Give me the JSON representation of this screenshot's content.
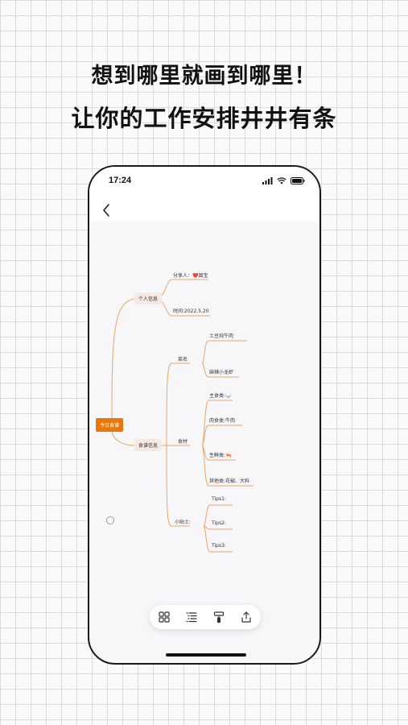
{
  "headline": {
    "line1": "想到哪里就画到哪里！",
    "line2": "让你的工作安排井井有条"
  },
  "statusbar": {
    "time": "17:24"
  },
  "mindmap": {
    "root": "今日食谱",
    "branches": {
      "personal": {
        "label": "个人信息",
        "children": [
          "分享人：❤️囡宝",
          "时间:2022.5.20"
        ]
      },
      "recipe": {
        "label": "食谱信息",
        "dish": {
          "label": "菜名",
          "children": [
            "土豆炖牛肉",
            "麻辣小龙虾"
          ]
        },
        "ingredients": {
          "label": "食材",
          "children": [
            "主食类:🍚",
            "肉食类:牛肉",
            "生鲜类:🦐",
            "其他类:花椒、大料"
          ]
        },
        "tips": {
          "label": "小贴士:",
          "children": [
            "Tips1:",
            "Tips2:",
            "Tips3:"
          ]
        }
      }
    }
  },
  "colors": {
    "accent": "#e8780e",
    "line": "#e8a66a",
    "pill": "#f7e8e1"
  },
  "toolbar": {
    "icons": [
      "grid-icon",
      "outline-list-icon",
      "paint-roller-icon",
      "share-icon"
    ]
  }
}
